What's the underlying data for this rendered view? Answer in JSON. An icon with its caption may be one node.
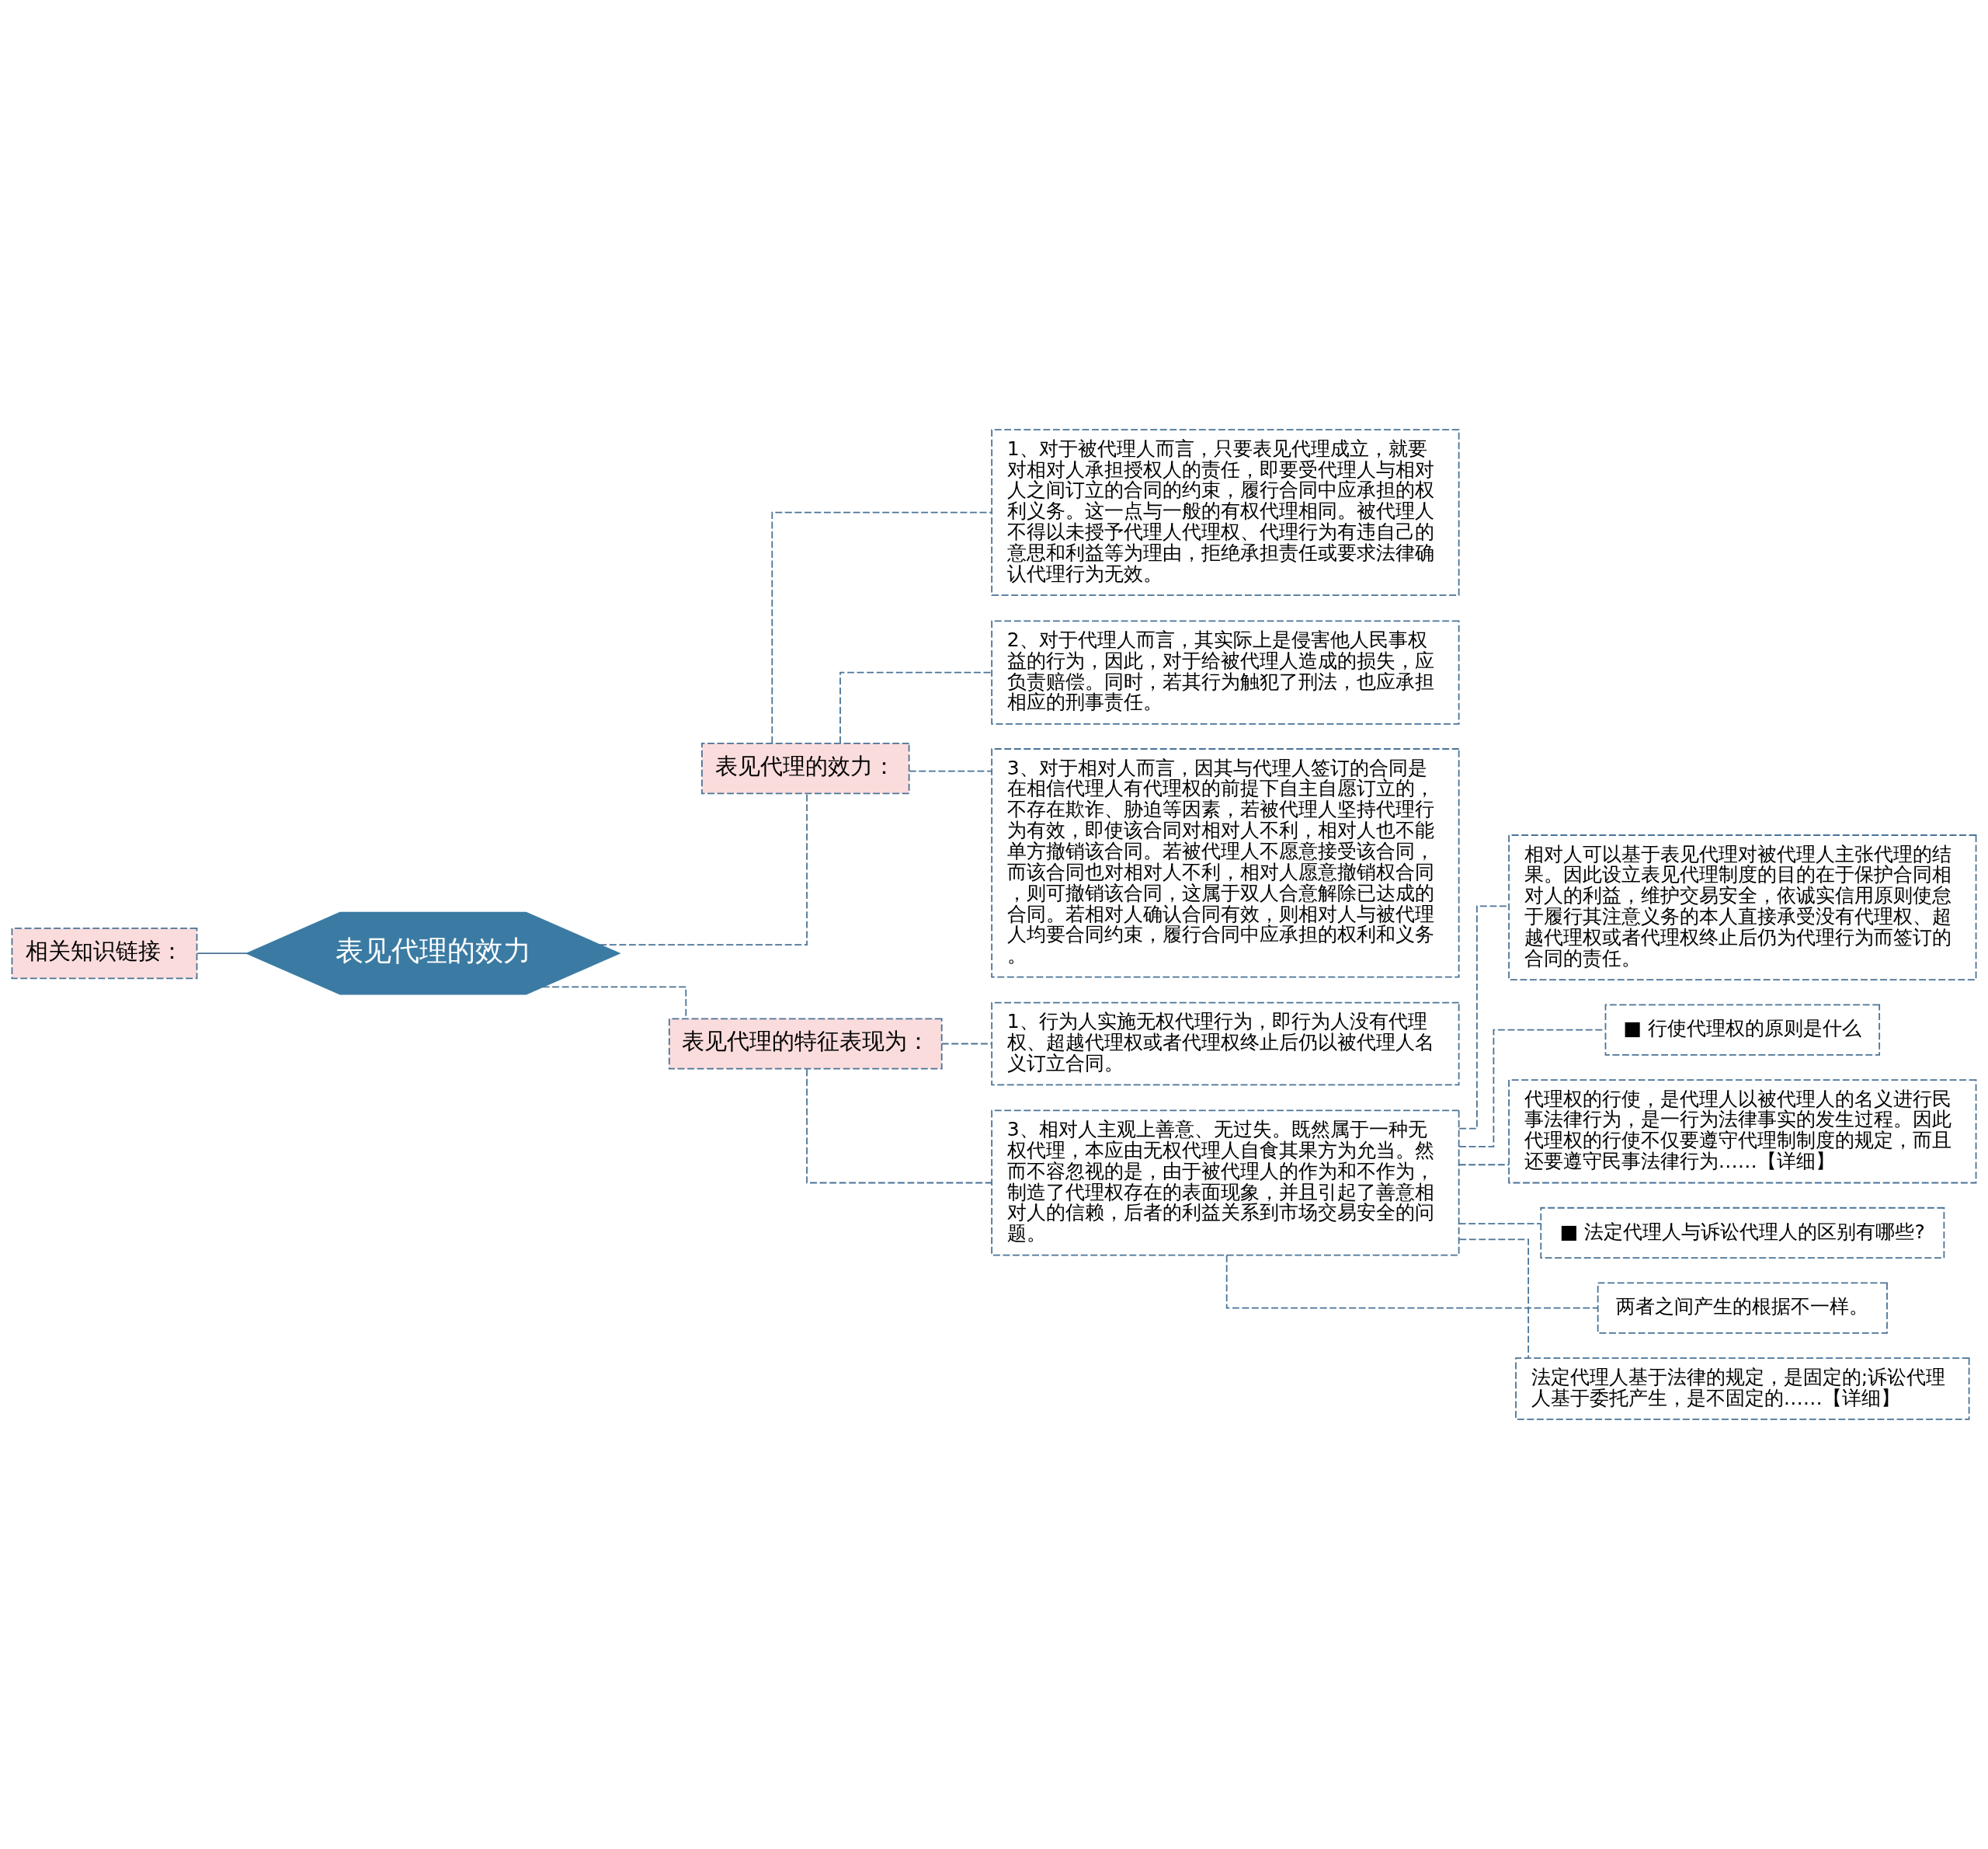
{
  "diagram": {
    "nodes": [
      {
        "text": [
          "相关知识链接："
        ]
      },
      {
        "text": [
          "表见代理的效力"
        ]
      },
      {
        "text": [
          "表见代理的效力："
        ]
      },
      {
        "text": [
          "1、对于被代理人而言，只要表见代理成立，就要对相对人承担授权人的责任，即要受代理人与相对人之间订立的合同的约束，履行合同中应承担的权利义务。这一点与一般的有权代理相同。被代理人不得以未授予代理人代理权、代理行为有违自己的意思和利益等为理由，拒绝承担责任或要求法律确认代理行为无效。"
        ]
      },
      {
        "text": [
          "2、对于代理人而言，其实际上是侵害他人民事权益的行为，因此，对于给被代理人造成的损失，应负责赔偿。同时，若其行为触犯了刑法，也应承担相应的刑事责任。"
        ]
      },
      {
        "text": [
          "3、对于相对人而言，因其与代理人签订的合同是在相信代理人有代理权的前提下自主自愿订立的，不存在欺诈、胁迫等因素，若被代理人坚持代理行为有效，即使该合同对相对人不利，相对人也不能单方撤销该合同。若被代理人不愿意接受该合同，而该合同也对相对人不利，相对人愿意撤销权合同，则可撤销该合同，这属于双人合意解除已达成的合同。若相对人确认合同有效，则相对人与被代理人均要合同约束，履行合同中应承担的权利和义务。"
        ]
      },
      {
        "text": [
          "表见代理的特征表现为："
        ]
      },
      {
        "text": [
          "1、行为人实施无权代理行为，即行为人没有代理权、超越代理权或者代理权终止后仍以被代理人名义订立合同。"
        ]
      },
      {
        "text": [
          "3、相对人主观上善意、无过失。既然属于一种无权代理，本应由无权代理人自食其果方为允当。然而不容忽视的是，由于被代理人的作为和不作为，制造了代理权存在的表面现象，并且引起了善意相对人的信赖，后者的利益关系到市场交易安全的问题。"
        ]
      },
      {
        "text": [
          "相对人可以基于表见代理对被代理人主张代理的结果。因此设立表见代理制度的目的在于保护合同相对人的利益，维护交易安全，依诚实信用原则使怠于履行其注意义务的本人直接承受没有代理权、超越代理权或者代理权终止后仍为代理行为而签订的合同的责任。"
        ]
      },
      {
        "text": [
          "■ 行使代理权的原则是什么"
        ]
      },
      {
        "text": [
          "代理权的行使，是代理人以被代理人的名义进行民事法律行为，是一行为法律事实的发生过程。因此代理权的行使不仅要遵守代理制制度的规定，而且还要遵守民事法律行为……【详细】"
        ]
      },
      {
        "text": [
          "■ 法定代理人与诉讼代理人的区别有哪些?"
        ]
      },
      {
        "text": [
          "两者之间产生的根据不一样。"
        ]
      },
      {
        "text": [
          "法定代理人基于法律的规定，是固定的;诉讼代理人基于委托产生，是不固定的……【详细】"
        ]
      }
    ],
    "edges": [
      {
        "from": 0,
        "to": 1,
        "arrow": "none"
      },
      {
        "from": 1,
        "to": 2,
        "arrow": "none",
        "style": "dashed"
      },
      {
        "from": 1,
        "to": 6,
        "arrow": "none",
        "style": "dashed"
      },
      {
        "from": 2,
        "to": 3,
        "arrow": "none",
        "style": "dashed"
      },
      {
        "from": 2,
        "to": 4,
        "arrow": "none",
        "style": "dashed"
      },
      {
        "from": 2,
        "to": 5,
        "arrow": "none",
        "style": "dashed"
      },
      {
        "from": 6,
        "to": 7,
        "arrow": "none",
        "style": "dashed"
      },
      {
        "from": 6,
        "to": 8,
        "arrow": "none",
        "style": "dashed"
      },
      {
        "from": 8,
        "to": 9,
        "arrow": "none",
        "style": "dashed"
      },
      {
        "from": 8,
        "to": 10,
        "arrow": "none",
        "style": "dashed"
      },
      {
        "from": 8,
        "to": 11,
        "arrow": "none",
        "style": "dashed"
      },
      {
        "from": 8,
        "to": 12,
        "arrow": "none",
        "style": "dashed"
      },
      {
        "from": 8,
        "to": 13,
        "arrow": "none",
        "style": "dashed"
      },
      {
        "from": 8,
        "to": 14,
        "arrow": "none",
        "style": "dashed"
      }
    ]
  }
}
